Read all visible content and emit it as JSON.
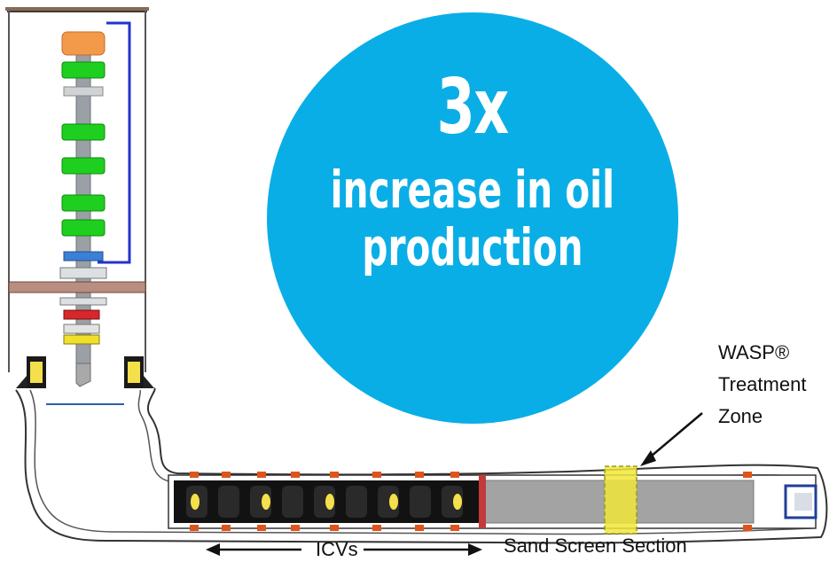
{
  "callout": {
    "headline": "3x",
    "line1": "increase in oil",
    "line2": "production",
    "color": "#0aaee6"
  },
  "labels": {
    "treatment_zone_line1": "WASP®",
    "treatment_zone_line2": "Treatment",
    "treatment_zone_line3": "Zone",
    "icvs": "ICVs",
    "sand_screen": "Sand Screen Section"
  }
}
